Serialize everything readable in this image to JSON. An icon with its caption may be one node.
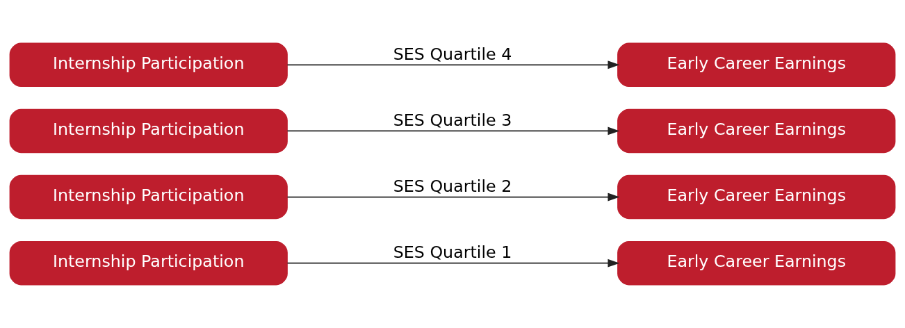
{
  "diagram": {
    "nodes": [
      {
        "text": [
          "Internship Participation"
        ]
      },
      {
        "text": [
          "Early Career Earnings"
        ]
      },
      {
        "text": [
          "Internship Participation"
        ]
      },
      {
        "text": [
          "Early Career Earnings"
        ]
      },
      {
        "text": [
          "Internship Participation"
        ]
      },
      {
        "text": [
          "Early Career Earnings"
        ]
      },
      {
        "text": [
          "Internship Participation"
        ]
      },
      {
        "text": [
          "Early Career Earnings"
        ]
      }
    ],
    "edges": [
      {
        "from": 0,
        "to": 1,
        "arrow": "to",
        "label": "SES Quartile 1"
      },
      {
        "from": 2,
        "to": 3,
        "arrow": "to",
        "label": "SES Quartile 2"
      },
      {
        "from": 4,
        "to": 5,
        "arrow": "to",
        "label": "SES Quartile 3"
      },
      {
        "from": 6,
        "to": 7,
        "arrow": "to",
        "label": "SES Quartile 4"
      }
    ]
  }
}
